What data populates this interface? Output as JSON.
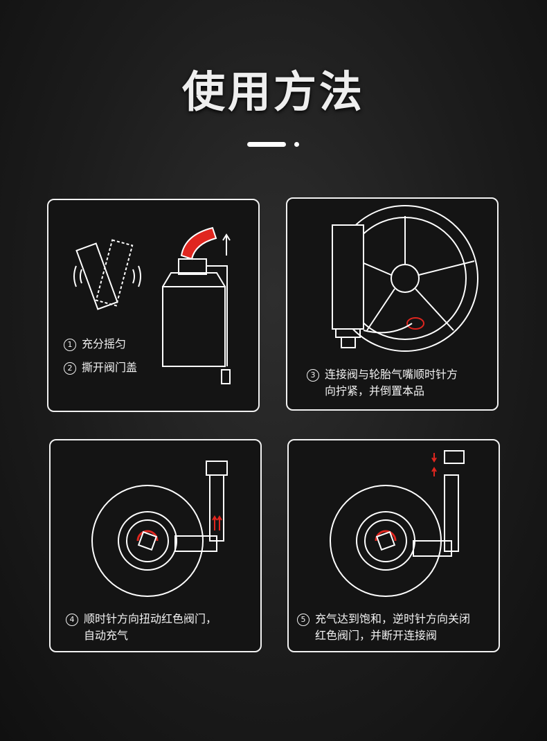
{
  "title": "使用方法",
  "accent_color": "#e0261f",
  "steps": [
    {
      "num": "1",
      "text": "充分摇匀"
    },
    {
      "num": "2",
      "text": "撕开阀门盖"
    },
    {
      "num": "3",
      "line1": "连接阀与轮胎气嘴顺时针方",
      "line2": "向拧紧，并倒置本品"
    },
    {
      "num": "4",
      "line1": "顺时针方向扭动红色阀门，",
      "line2": "自动充气"
    },
    {
      "num": "5",
      "line1": "充气达到饱和，逆时针方向关闭",
      "line2": "红色阀门，并断开连接阀"
    }
  ]
}
